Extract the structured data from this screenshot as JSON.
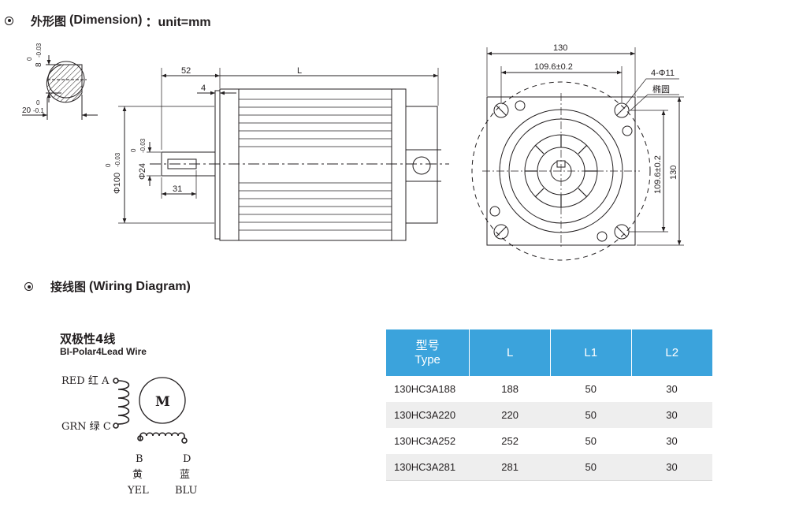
{
  "dimension_section": {
    "title_cn": "外形图",
    "title_en": "(Dimension)",
    "unit": "：unit=mm"
  },
  "wiring_section": {
    "title_cn": "接线图",
    "title_en": "(Wiring Diagram)"
  },
  "shaft_section_labels": {
    "key_width": "8",
    "key_width_tol_top": "0",
    "key_width_tol_bot": "-0.03",
    "key_height": "20",
    "key_height_tol_top": "0",
    "key_height_tol_bot": "-0.1"
  },
  "side_view_labels": {
    "shaft_len": "52",
    "body_len": "L",
    "flange": "4",
    "pilot_dia": "Φ100",
    "pilot_tol_top": "0",
    "pilot_tol_bot": "-0.03",
    "shaft_dia": "Φ24",
    "shaft_tol_top": "0",
    "shaft_tol_bot": "-0.03",
    "key_len": "31"
  },
  "front_view_labels": {
    "width": "130",
    "hole_pitch_h": "109.6±0.2",
    "holes": "4-Φ11",
    "slot": "椭圆",
    "hole_pitch_v": "109.6±0.2",
    "height": "130"
  },
  "wiring_diagram": {
    "title_cn": "双极性4线",
    "title_en": "BI-Polar4Lead Wire",
    "red_label": "RED 红 A",
    "grn_label": "GRN 绿 C",
    "motor_label": "M",
    "b_label": "B",
    "b_cn": "黄",
    "b_en": "YEL",
    "d_label": "D",
    "d_cn": "蓝",
    "d_en": "BLU"
  },
  "spec_table": {
    "header_type_cn": "型号",
    "header_type_en": "Type",
    "header_l": "L",
    "header_l1": "L1",
    "header_l2": "L2",
    "rows": [
      {
        "type": "130HC3A188",
        "l": "188",
        "l1": "50",
        "l2": "30"
      },
      {
        "type": "130HC3A220",
        "l": "220",
        "l1": "50",
        "l2": "30"
      },
      {
        "type": "130HC3A252",
        "l": "252",
        "l1": "50",
        "l2": "30"
      },
      {
        "type": "130HC3A281",
        "l": "281",
        "l1": "50",
        "l2": "30"
      }
    ]
  }
}
